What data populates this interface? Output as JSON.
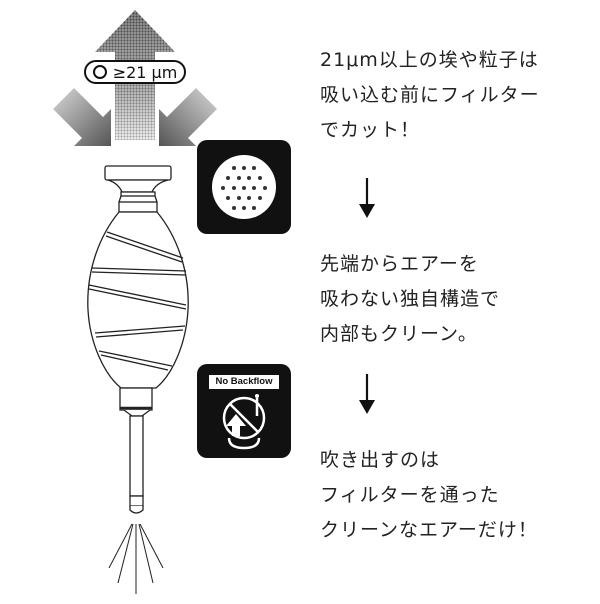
{
  "badge": {
    "icon": "circle-ok-icon",
    "label": "≥21 μm"
  },
  "filter_icon": {
    "icon": "filter-mesh-icon",
    "description": "circular perforated filter"
  },
  "backflow_icon": {
    "label": "No Backflow",
    "icon": "no-backflow-icon"
  },
  "steps": [
    {
      "lines": [
        "21μm以上の埃や粒子は",
        "吸い込む前にフィルター",
        "でカット！"
      ]
    },
    {
      "lines": [
        "先端からエアーを",
        "吸わない独自構造で",
        "内部もクリーン。"
      ]
    },
    {
      "lines": [
        "吹き出すのは",
        "フィルターを通った",
        "クリーンなエアーだけ！"
      ]
    }
  ],
  "arrows": [
    "down-arrow-1",
    "down-arrow-2"
  ],
  "colors": {
    "ink": "#111111",
    "text": "#222222",
    "background": "#ffffff"
  }
}
